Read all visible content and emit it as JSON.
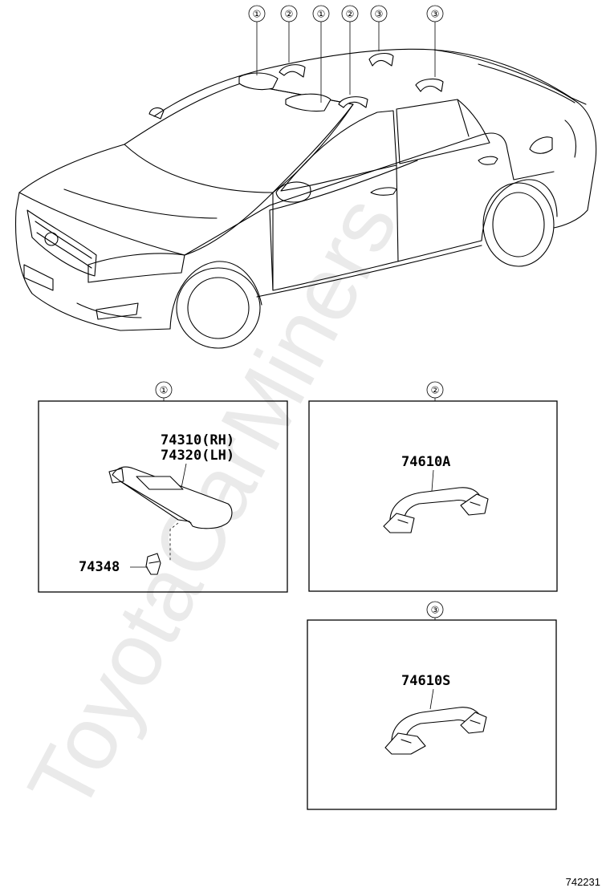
{
  "callouts_top": [
    "①",
    "②",
    "①",
    "②",
    "③",
    "③"
  ],
  "panels": [
    {
      "marker": "①",
      "labels": [
        "74310(RH)",
        "74320(LH)",
        "74348"
      ]
    },
    {
      "marker": "②",
      "labels": [
        "74610A"
      ]
    },
    {
      "marker": "③",
      "labels": [
        "74610S"
      ]
    }
  ],
  "watermark": "ToyotaCarMiners",
  "diagram_code": "742231"
}
